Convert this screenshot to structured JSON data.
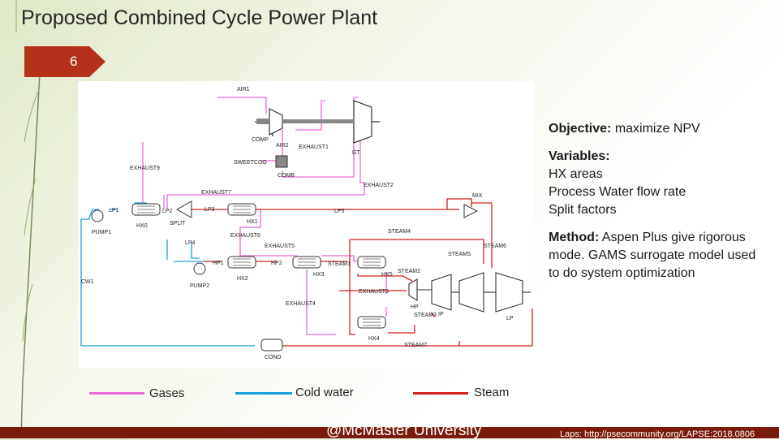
{
  "slide": {
    "title": "Proposed Combined Cycle Power Plant",
    "number": "6"
  },
  "diagram": {
    "labels": {
      "air1": "AIR1",
      "comp": "COMP",
      "air2": "AIR2",
      "exhaust1": "EXHAUST1",
      "gt": "GT",
      "exhaust9": "EXHAUST9",
      "sweetcog": "SWEETCOG",
      "comb": "COMB",
      "exhaust2": "EXHAUST2",
      "exhaust7": "EXHAUST7",
      "mix": "MIX",
      "lp1": "LP1",
      "lp2": "LP2",
      "lp3": "LP3",
      "lp5": "LP5",
      "pump1": "PUMP1",
      "hx0": "HX0",
      "split": "SPLIT",
      "hx1": "HX1",
      "exhaust6": "EXHAUST6",
      "steam4": "STEAM4",
      "lp4": "LP4",
      "exhaust5": "EXHAUST5",
      "steam5": "STEAM5",
      "steam6": "STEAM6",
      "hp1": "HP1",
      "hp2": "HP2",
      "steam1": "STEAM1",
      "cw1": "CW1",
      "hx2": "HX2",
      "hx3": "HX3",
      "hx5": "HX5",
      "steam2": "STEAM2",
      "pump2": "PUMP2",
      "exhaust3": "EXHAUST3",
      "hp": "HP",
      "exhaust4": "EXHAUST4",
      "steam3": "STEAM3",
      "ip": "IP",
      "lp": "LP",
      "hx4": "HX4",
      "steam7": "STEAM7",
      "cond": "COND"
    }
  },
  "info": {
    "objective_label": "Objective:",
    "objective_text": "maximize NPV",
    "variables_label": "Variables:",
    "variables": [
      "HX areas",
      "Process Water flow rate",
      "Split factors"
    ],
    "method_label": "Method:",
    "method_text": "Aspen Plus give rigorous mode. GAMS surrogate model used to do system optimization"
  },
  "legend": [
    {
      "label": "Gases",
      "color": "#e86bd6"
    },
    {
      "label": "Cold water",
      "color": "#1aa0d8"
    },
    {
      "label": "Steam",
      "color": "#d42020"
    }
  ],
  "footer": {
    "left": "@McMaster University",
    "right": "Laps: http://psecommunity.org/LAPSE:2018.0806"
  }
}
